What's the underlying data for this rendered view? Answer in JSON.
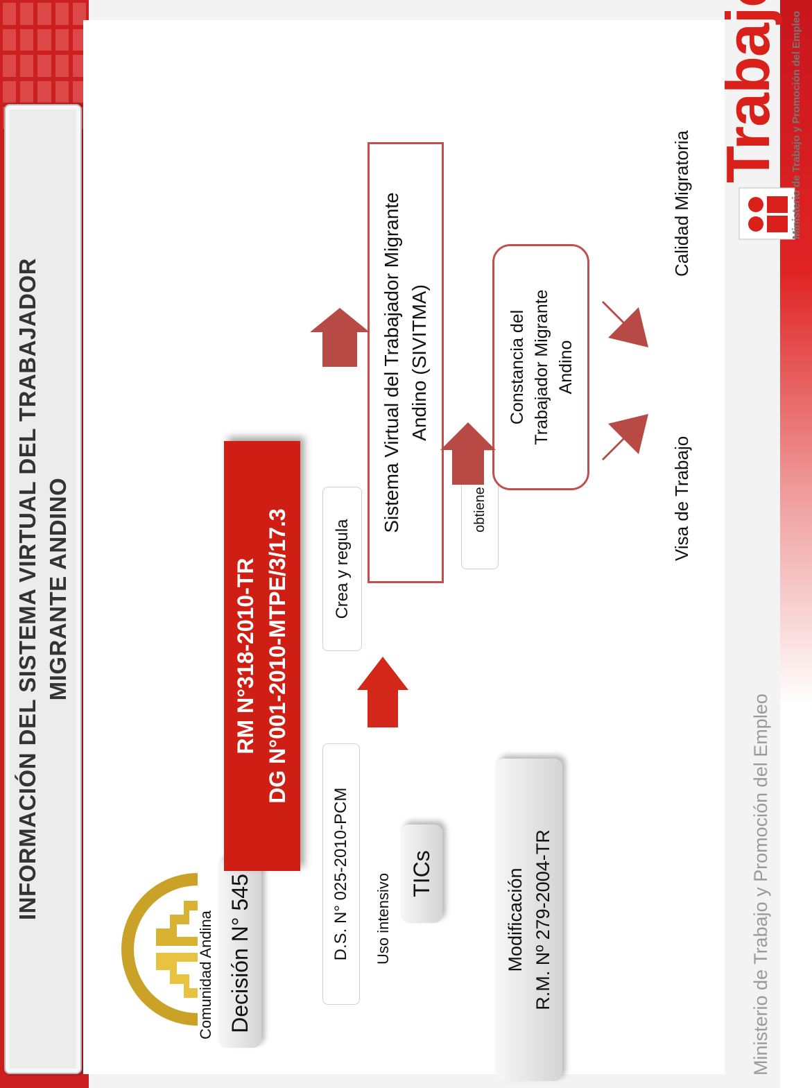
{
  "title": {
    "line1": "INFORMACIÓN DEL SISTEMA VIRTUAL DEL TRABAJADOR",
    "line2": "MIGRANTE ANDINO"
  },
  "logo_andina": {
    "caption": "Comunidad Andina"
  },
  "decision": "Decisión N° 545",
  "ds": "D.S. N° 025-2010-PCM",
  "uso": "Uso intensivo",
  "tics": "TICs",
  "modificacion": {
    "line1": "Modificación",
    "line2": "R.M. Nº 279-2004-TR"
  },
  "crea": "Crea y regula",
  "rm": {
    "line1": "RM N°318-2010-TR",
    "line2": "DG N°001-2010-MTPE/3/17.3"
  },
  "sivitma": {
    "line1": "Sistema Virtual del Trabajador Migrante",
    "line2": "Andino (SIVITMA)"
  },
  "obtiene": "obtiene",
  "constancia": {
    "line1": "Constancia del",
    "line2": "Trabajador Migrante",
    "line3": "Andino"
  },
  "visa": "Visa de Trabajo",
  "calidad": "Calidad Migratoria",
  "footer": "Ministerio de Trabajo y Promoción del Empleo",
  "trabajo_logo": {
    "word": "Trabajo",
    "sub": "Ministerio de Trabajo y Promoción del Empleo"
  },
  "colors": {
    "red": "#cf1e14",
    "arrow": "#b84a46",
    "outline": "#c0504d",
    "gold": "#c9a227"
  }
}
